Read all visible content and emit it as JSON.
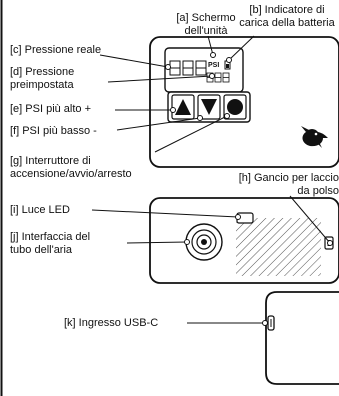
{
  "labels": {
    "a": {
      "l1": "[a] Schermo",
      "l2": "dell'unità"
    },
    "b": {
      "l1": "[b] Indicatore di",
      "l2": "carica della batteria"
    },
    "c": {
      "l1": "[c] Pressione reale"
    },
    "d": {
      "l1": "[d] Pressione",
      "l2": "preimpostata"
    },
    "e": {
      "l1": "[e] PSI più alto +"
    },
    "f": {
      "l1": "[f] PSI più basso -"
    },
    "g": {
      "l1": "[g] Interruttore di",
      "l2": "accensione/avvio/arresto"
    },
    "h": {
      "l1": "[h] Gancio per laccio",
      "l2": "da polso"
    },
    "i": {
      "l1": "[i] Luce LED"
    },
    "j": {
      "l1": "[j] Interfaccia del",
      "l2": "tubo dell'aria"
    },
    "k": {
      "l1": "[k] Ingresso USB-C"
    }
  },
  "display": {
    "unit": "PSI"
  }
}
